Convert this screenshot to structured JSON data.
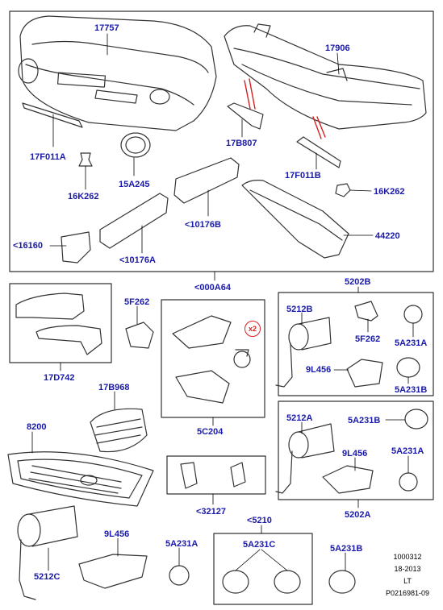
{
  "parts": [
    {
      "id": "front-bumper",
      "label": "17757"
    },
    {
      "id": "rear-bumper",
      "label": "17906"
    },
    {
      "id": "front-trim-strip",
      "label": "17F011A"
    },
    {
      "id": "front-clip",
      "label": "16K262"
    },
    {
      "id": "grommet",
      "label": "15A245"
    },
    {
      "id": "bracket-17b807",
      "label": "17B807"
    },
    {
      "id": "rear-trim-strip",
      "label": "17F011B"
    },
    {
      "id": "rear-clip",
      "label": "16K262"
    },
    {
      "id": "side-moulding-10176b",
      "label": "<10176B"
    },
    {
      "id": "side-moulding-10176a",
      "label": "<10176A"
    },
    {
      "id": "mudflap",
      "label": "<16160"
    },
    {
      "id": "roof-spoiler",
      "label": "44220"
    },
    {
      "id": "body-kit-group",
      "label": "<000A64"
    },
    {
      "id": "mirror-covers",
      "label": "17D742"
    },
    {
      "id": "bracket-5f262",
      "label": "5F262"
    },
    {
      "id": "tailpipe-group",
      "label": "5C204"
    },
    {
      "id": "exhaust-kit-5202b",
      "label": "5202B"
    },
    {
      "id": "silencer-5212b",
      "label": "5212B"
    },
    {
      "id": "mount-5f262",
      "label": "5F262"
    },
    {
      "id": "clamp-5a231a-top",
      "label": "5A231A"
    },
    {
      "id": "tip-9l456",
      "label": "9L456"
    },
    {
      "id": "clamp-5a231b-top",
      "label": "5A231B"
    },
    {
      "id": "side-vent",
      "label": "17B968"
    },
    {
      "id": "grille",
      "label": "8200"
    },
    {
      "id": "exhaust-kit-5202a",
      "label": "5202A"
    },
    {
      "id": "silencer-5212a",
      "label": "5212A"
    },
    {
      "id": "clamp-5a231b-mid",
      "label": "5A231B"
    },
    {
      "id": "tip-9l456-mid",
      "label": "9L456"
    },
    {
      "id": "clamp-5a231a-mid",
      "label": "5A231A"
    },
    {
      "id": "bracket-kit",
      "label": "<32127"
    },
    {
      "id": "silencer-5212c",
      "label": "5212C"
    },
    {
      "id": "tip-9l456-low",
      "label": "9L456"
    },
    {
      "id": "clamp-5a231a-low",
      "label": "5A231A"
    },
    {
      "id": "clamp-kit",
      "label": "<5210"
    },
    {
      "id": "clamp-5a231c",
      "label": "5A231C"
    },
    {
      "id": "clamp-5a231b-low",
      "label": "5A231B"
    }
  ],
  "quantity_badge": "x2",
  "reference": {
    "line1": "1000312",
    "line2": "18-2013",
    "line3": "LT",
    "line4": "P0216981-09"
  },
  "colors": {
    "label": "#1a1aa8",
    "leader": "#000000",
    "highlight": "#d62020",
    "line": "#333333"
  }
}
